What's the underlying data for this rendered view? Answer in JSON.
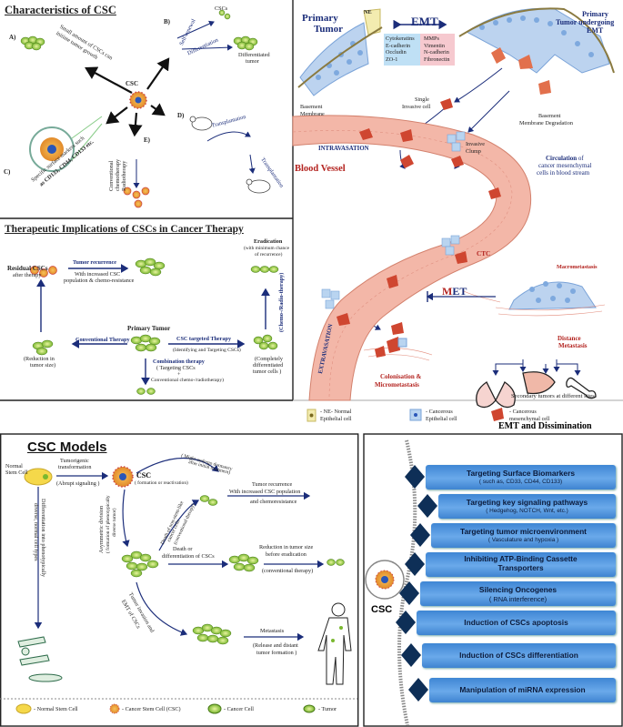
{
  "panels": {
    "characteristics": {
      "title": "Characteristics of CSC",
      "center": "CSC",
      "a_label": "A)",
      "a_text1": "Small amount of CSCs can",
      "a_text2": "initiate tumor growth",
      "b_label": "B)",
      "b_cscs": "CSCs",
      "b_self": "Self-renewal",
      "b_diff": "Differentiation",
      "b_tumor1": "Differentiated",
      "b_tumor2": "tumor",
      "c_label": "C)",
      "c_text1": "Specific surface markers such",
      "c_text2": "as CD133, CD44, CD133 etc.",
      "d_label": "D)",
      "d_trans1": "Transplantation",
      "d_trans2": "Transplantation",
      "e_label": "E)",
      "e_text1": "Conventional",
      "e_text2": "chemotherapy",
      "e_text3": "Radiotherapy"
    },
    "therapeutic": {
      "title": "Therapeutic Implications of CSCs in Cancer Therapy",
      "residual1": "Residual CSCs",
      "residual2": "after therapy",
      "recurrence1": "Tumor recurrence",
      "recurrence2": "With increased CSC",
      "recurrence3": "population & chemo-resistance",
      "eradication1": "Eradication",
      "eradication2": "(with minimum chance",
      "eradication3": "of recurrence)",
      "chemo_radio": "(Chemo-/Radio-therapy)",
      "primary": "Primary Tumor",
      "conventional": "Conventional Therapy",
      "reduction1": "(Reduction in",
      "reduction2": "tumor size)",
      "targeted1": "CSC targeted Therapy",
      "targeted2": "(Identifying and Targeting CSCs)",
      "diff1": "(Completely",
      "diff2": "differentiated",
      "diff3": "tumor cells )",
      "combo1": "Combination therapy",
      "combo2": "( Targeting CSCs",
      "combo3": "+",
      "combo4": "Conventional chemo-/radiotherapy)"
    },
    "emt": {
      "title": "EMT and Dissimination",
      "primary1": "Primary",
      "primary2": "Tumor",
      "ne": "NE",
      "emt": "EMT",
      "epithelial_markers": [
        "Cytokeratins",
        "E-cadherin",
        "Occludin",
        "ZO-1"
      ],
      "mesenchymal_markers": [
        "MMPs",
        "Vimentin",
        "N-cadherin",
        "Fibronectin"
      ],
      "undergoing1": "Primary",
      "undergoing2": "Tumor undergoing",
      "undergoing3": "EMT",
      "basement1": "Basement",
      "basement2": "Membrane",
      "single1": "Single",
      "single2": "Invasive cell",
      "degradation1": "Basement",
      "degradation2": "Membrane Degradation",
      "intravasation": "INTRAVASATION",
      "invasive1": "Invasive",
      "invasive2": "Clump",
      "vessel": "Blood Vessel",
      "circ1": "Circulation",
      "circ1b": " of",
      "circ2": "cancer mesenchymal",
      "circ3": "cells in blood stream",
      "ctc": "CTC",
      "macro": "Macrometastasis",
      "met_m": "M",
      "met_et": "ET",
      "extravasation": "EXTRAVASATION",
      "distance1": "Distance",
      "distance2": "Metastasis",
      "colonisation1": "Colonisation &",
      "colonisation2": "Micrometastasis",
      "secondary": "Secondary tumors at different sites",
      "legend_ne1": "- NE- Normal",
      "legend_ne2": "Epithelial cell",
      "legend_ep1": "- Cancerous",
      "legend_ep2": "Epithelial cell",
      "legend_mes1": "- Cancerous",
      "legend_mes2": "mesenchymal cell"
    },
    "models": {
      "title": "CSC Models",
      "normal1": "Normal",
      "normal2": "Stem Cell",
      "tumorigenic1": "Tumorigenic",
      "tumorigenic2": "transformation",
      "tumorigenic3": "(Abrupt signaling )",
      "csc": "CSC",
      "csc_sub": "( formation or reactivation)",
      "dormancy1": "( Might undergo dormancy",
      "dormancy2": "after initial treatment)",
      "asym1": "Asymmetric division",
      "asym2": "( formation of phenotypically",
      "asym3": "diverse tumor)",
      "death_non1": "Death of non-stem-like",
      "death_non2": "cancer cells",
      "death_non3": "(conventional therapy)",
      "recurrence1": "Tumor recurrence",
      "recurrence2": "With increased CSC population",
      "recurrence3": "and chemoresistance",
      "death1": "Death or",
      "death2": "differentiation of CSCs",
      "reduction1": "Reduction in tumor size",
      "reduction2": "before eradication",
      "reduction3": "(conventional therapy)",
      "invasion1": "Tumor invasion and",
      "invasion2": "EMT  of CSCs",
      "metastasis1": "Metastasis",
      "metastasis2": "(Release and distant",
      "metastasis3": "tumor formation )",
      "differentiation1": "Differentiation into phenotypically",
      "differentiation2": "diverse, normal cell types",
      "legend_normal": "- Normal Stem Cell",
      "legend_csc": "- Cancer Stem Cell (CSC)",
      "legend_cancer": "- Cancer Cell",
      "legend_tumor": "- Tumor"
    },
    "targeting": {
      "csc": "CSC",
      "items": [
        {
          "line1": "Targeting Surface Biomarkers",
          "line2": "( such as, CD33, CD44, CD133)"
        },
        {
          "line1": "Targeting  key signaling pathways",
          "line2": "( Hedgehog, NOTCH, Wnt, etc.)"
        },
        {
          "line1": "Targeting  tumor microenvironment",
          "line2": "( Vasculature and hypoxia )"
        },
        {
          "line1": "Inhibiting ATP-Binding Cassette",
          "line2": "Transporters"
        },
        {
          "line1": "Silencing Oncogenes",
          "line2": "( RNA interference)"
        },
        {
          "line1": "Induction of CSCs apoptosis",
          "line2": ""
        },
        {
          "line1": "Induction of CSCs differentiation",
          "line2": ""
        },
        {
          "line1": "Manipulation of miRNA expression",
          "line2": ""
        }
      ]
    }
  },
  "colors": {
    "navy": "#1b2d7a",
    "red": "#b3231f",
    "vessel": "#f3b7a8",
    "pill": "#4f94dc",
    "cancer": "#7dbb3a"
  }
}
